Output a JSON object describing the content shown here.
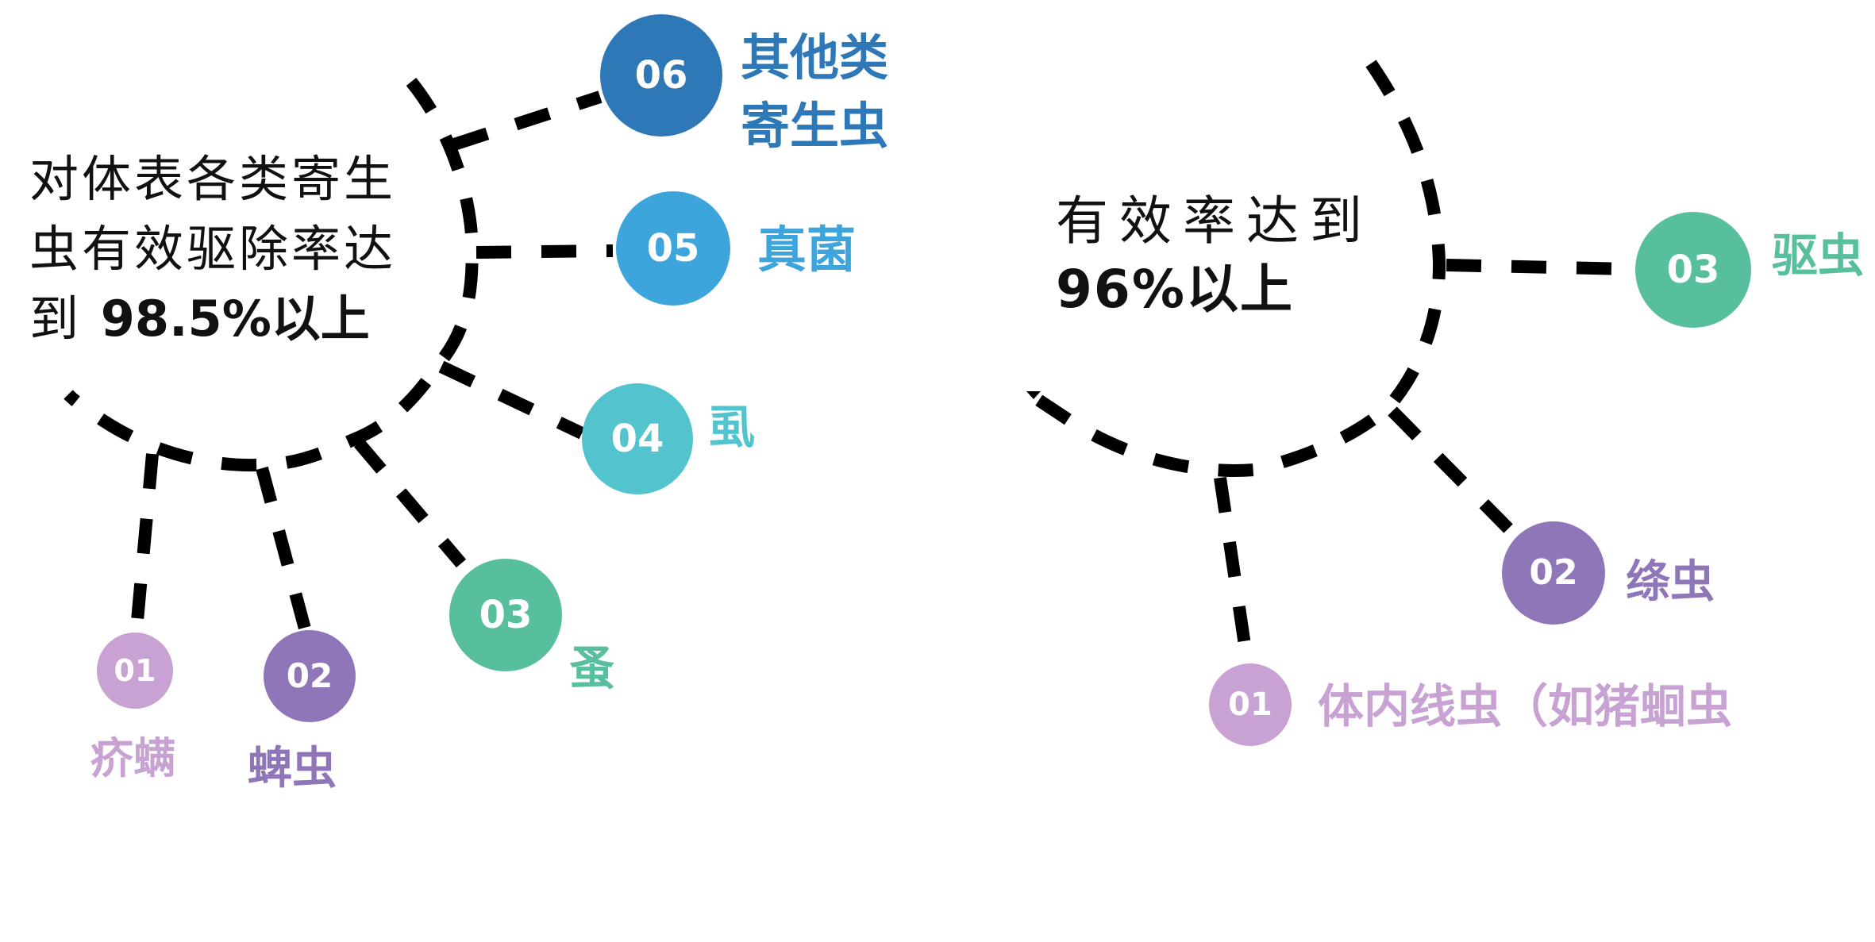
{
  "left_diagram": {
    "caption": {
      "line1": "对体表各类寄生",
      "line2": "虫有效驱除率达",
      "line3_prefix": "到 ",
      "line3_highlight": "98.5%以上"
    },
    "nodes": [
      {
        "number": "01",
        "label": "疥螨",
        "color": "#c8a2d2"
      },
      {
        "number": "02",
        "label": "蜱虫",
        "color": "#8f76b8"
      },
      {
        "number": "03",
        "label": "蚤",
        "color": "#57bf9d"
      },
      {
        "number": "04",
        "label": "虱",
        "color": "#53c4ce"
      },
      {
        "number": "05",
        "label": "真菌",
        "color": "#3ea5dc"
      },
      {
        "number": "06",
        "label_line1": "其他类",
        "label_line2": "寄生虫",
        "color": "#2e78b8"
      }
    ]
  },
  "right_diagram": {
    "caption": {
      "line1": "有效率达到",
      "line2_highlight": "96%以上"
    },
    "nodes": [
      {
        "number": "01",
        "label": "体内线虫（如猪蛔虫",
        "color": "#c8a2d2"
      },
      {
        "number": "02",
        "label": "绦虫",
        "color": "#8f76b8"
      },
      {
        "number": "03",
        "label": "驱虫",
        "color": "#57bf9d"
      }
    ]
  },
  "connector_color": "#000000"
}
